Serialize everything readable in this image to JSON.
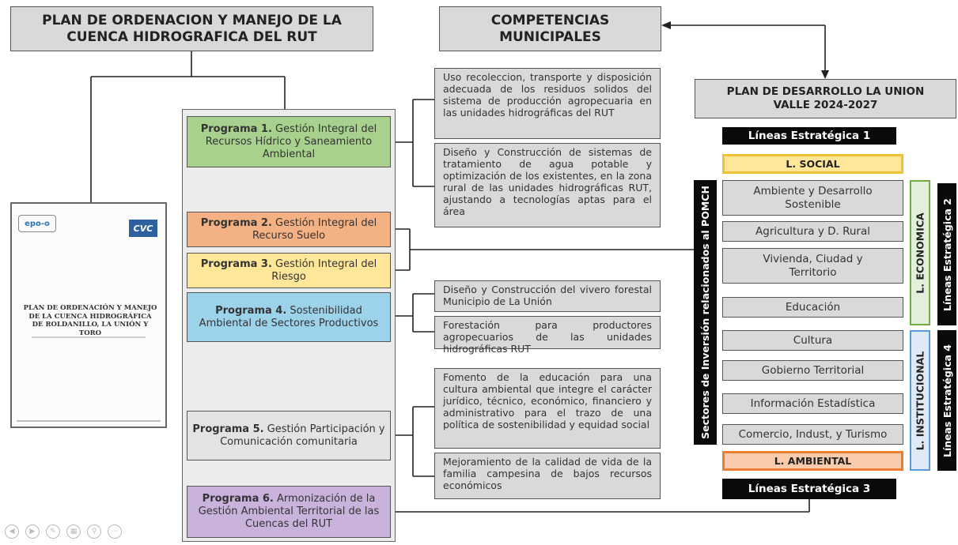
{
  "left_header": {
    "title": "PLAN DE ORDENACION Y MANEJO DE LA CUENCA HIDROGRAFICA DEL RUT"
  },
  "center_header": {
    "title": "COMPETENCIAS MUNICIPALES"
  },
  "right_header": {
    "title": "PLAN DE DESARROLLO LA UNION VALLE 2024-2027"
  },
  "document_cover": {
    "logo_left": "epo-o",
    "logo_right": "CVC",
    "title": "PLAN DE ORDENACIÓN Y MANEJO DE LA CUENCA HIDROGRÁFICA DE ROLDANILLO, LA UNIÓN Y TORO"
  },
  "programs": [
    {
      "prefix": "Programa 1.",
      "text": " Gestión Integral del Recursos Hídrico y Saneamiento Ambiental",
      "color": "#a9d18e"
    },
    {
      "prefix": "Programa 2.",
      "text": " Gestión Integral del Recurso Suelo",
      "color": "#f4b183"
    },
    {
      "prefix": "Programa 3.",
      "text": " Gestión Integral del Riesgo",
      "color": "#ffe699"
    },
    {
      "prefix": "Programa 4.",
      "text": " Sostenibilidad Ambiental de Sectores Productivos",
      "color": "#9dd3ea"
    },
    {
      "prefix": "Programa 5.",
      "text": " Gestión Participación y Comunicación comunitaria",
      "color": "#e3e3e3"
    },
    {
      "prefix": "Programa 6.",
      "text": " Armonización de la Gestión Ambiental Territorial de las Cuencas del RUT",
      "color": "#c9b3dd"
    }
  ],
  "actions": [
    "Uso recoleccion, transporte y disposición adecuada de los residuos solidos del sistema de producción agropecuaria en las unidades hidrográficas del RUT",
    "Diseño y Construcción de sistemas de tratamiento de agua potable y optimización de los existentes, en la zona rural de las unidades hidrográficas RUT, ajustando a tecnologías aptas para el área",
    "Diseño y Construcción del vivero forestal Municipio de La Unión",
    "Forestación para productores agropecuarios de las unidades hidrográficas RUT",
    "Fomento de la educación para una cultura ambiental que integre el carácter jurídico, técnico, económico, financiero y administrativo para el trazo de una política de sostenibilidad y equidad social",
    "Mejoramiento de la calidad de vida de la familia campesina de bajos recursos económicos"
  ],
  "strategic": {
    "line1": "Líneas Estratégica 1",
    "line2": "Líneas Estratégica 2",
    "line3": "Líneas Estratégica 3",
    "line4": "Líneas Estratégica 4",
    "social": "L. SOCIAL",
    "economica": "L. ECONOMICA",
    "institucional": "L. INSTITUCIONAL",
    "ambiental": "L. AMBIENTAL",
    "sectores_label": "Sectores de Inversión relacionados al POMCH"
  },
  "sectors": [
    "Ambiente y Desarrollo Sostenible",
    "Agricultura y D. Rural",
    "Vivienda, Ciudad y Territorio",
    "Educación",
    "Cultura",
    "Gobierno Territorial",
    "Información Estadística",
    "Comercio, Indust, y Turismo"
  ],
  "colors": {
    "social": "#ffe699",
    "economica": "#e2f0d9",
    "economica_border": "#70ad47",
    "institucional": "#deebf7",
    "institucional_border": "#5b9bd5",
    "ambiental": "#f8cbad",
    "gray_box": "#d9d9d9"
  },
  "nav_icons": [
    "prev-icon",
    "next-icon",
    "pen-icon",
    "slides-icon",
    "zoom-icon",
    "more-icon"
  ]
}
